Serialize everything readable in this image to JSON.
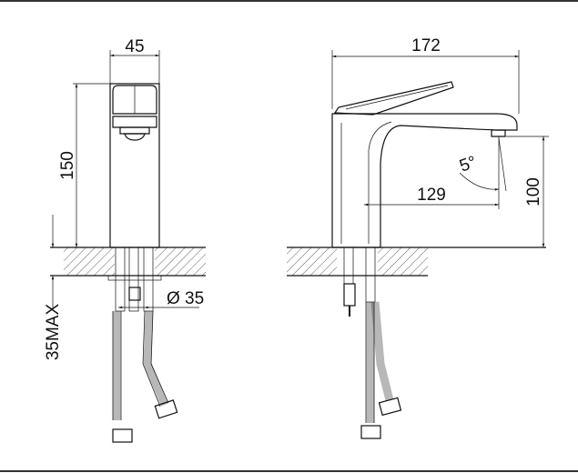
{
  "side_view": {
    "width_dim": "45",
    "height_dim": "150",
    "max_thickness_dim": "35MAX",
    "hole_dim": "Ø 35"
  },
  "front_view": {
    "length_dim": "172",
    "spout_height_dim": "100",
    "reach_dim": "129",
    "angle_dim": "5°"
  }
}
